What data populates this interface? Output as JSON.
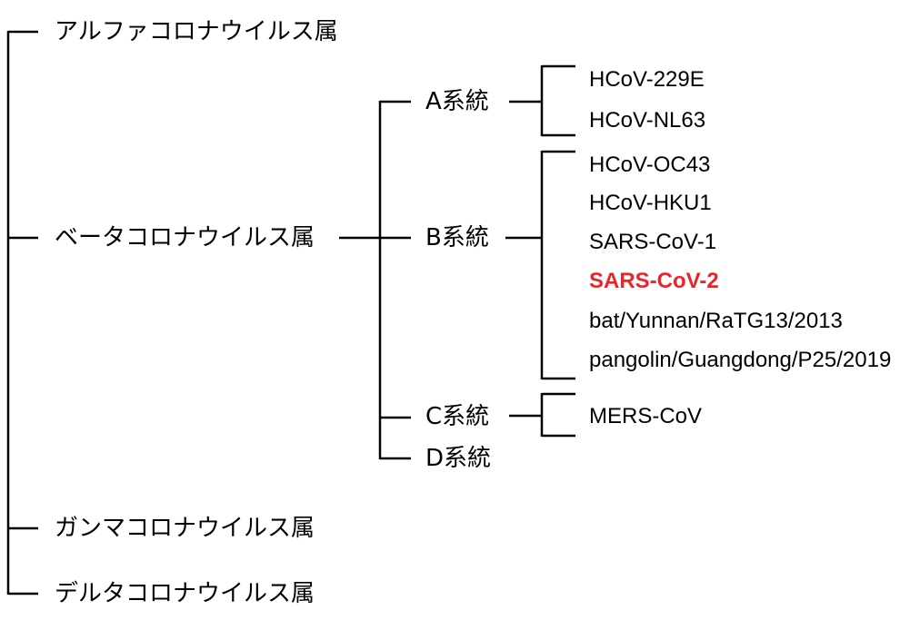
{
  "tree": {
    "genera": [
      {
        "label": "アルファコロナウイルス属"
      },
      {
        "label": "ベータコロナウイルス属"
      },
      {
        "label": "ガンマコロナウイルス属"
      },
      {
        "label": "デルタコロナウイルス属"
      }
    ],
    "lineages": [
      {
        "label": "A系統",
        "viruses": [
          "HCoV-229E",
          "HCoV-NL63"
        ]
      },
      {
        "label": "B系統",
        "viruses": [
          "HCoV-OC43",
          "HCoV-HKU1",
          "SARS-CoV-1",
          "SARS-CoV-2",
          "bat/Yunnan/RaTG13/2013",
          "pangolin/Guangdong/P25/2019"
        ]
      },
      {
        "label": "C系統",
        "viruses": [
          "MERS-CoV"
        ]
      },
      {
        "label": "D系統",
        "viruses": []
      }
    ],
    "highlight": {
      "virus": "SARS-CoV-2",
      "color": "#e8262a"
    }
  }
}
